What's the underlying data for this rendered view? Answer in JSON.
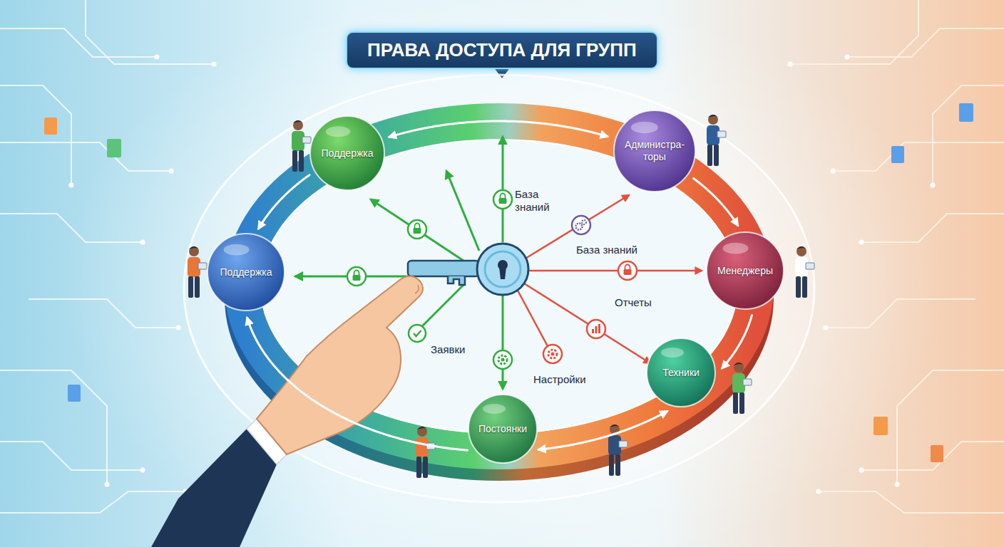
{
  "diagram": {
    "title": "ПРАВА ДОСТУПА ДЛЯ ГРУПП",
    "nodes": [
      {
        "text": [
          "Поддержка"
        ]
      },
      {
        "text": [
          "Администра- торы"
        ]
      },
      {
        "text": [
          "Поддержка"
        ]
      },
      {
        "text": [
          "Менеджеры"
        ]
      },
      {
        "text": [
          "Техники"
        ]
      },
      {
        "text": [
          "Постоянки"
        ]
      }
    ],
    "edges": [
      {
        "from": 0,
        "to": 1,
        "arrow": "both"
      },
      {
        "from": 0,
        "to": 2,
        "arrow": "to"
      },
      {
        "from": 5,
        "to": 2,
        "arrow": "to"
      },
      {
        "from": 5,
        "to": 4,
        "arrow": "both"
      },
      {
        "from": 3,
        "to": 4,
        "arrow": "to"
      },
      {
        "from": 1,
        "to": 3,
        "arrow": "to"
      }
    ],
    "labels": [
      "База знаний",
      "База знаний",
      "Отчеты",
      "Заявки",
      "Настройки"
    ]
  }
}
